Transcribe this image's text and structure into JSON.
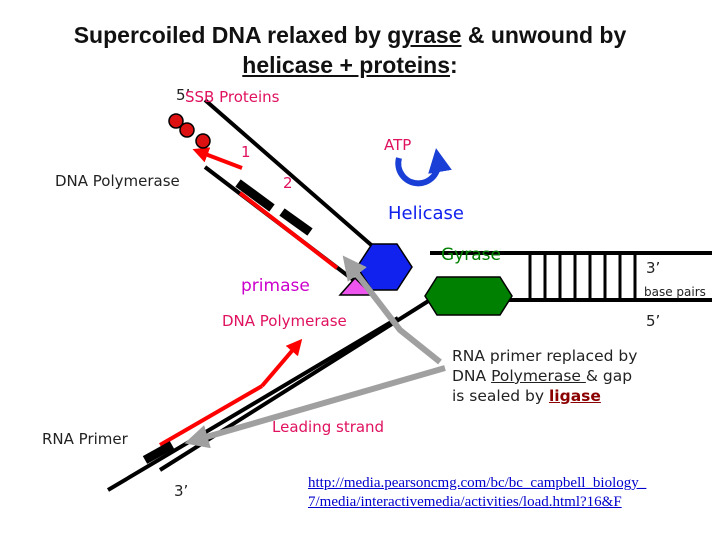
{
  "title": {
    "line1_a": "Supercoiled DNA relaxed by ",
    "line1_gyrase": "gyrase",
    "line1_b": " & unwound by",
    "line2_helicase": "helicase + proteins",
    "line2_colon": ":"
  },
  "labels": {
    "five_prime_top": "5’",
    "ssb_proteins": "SSB Proteins",
    "num_1": "1",
    "num_2": "2",
    "atp": "ATP",
    "dna_polymerase_top": "DNA Polymerase",
    "helicase": "Helicase",
    "gyrase": "Gyrase",
    "three_prime_right": "3’",
    "base_pairs": "base pairs",
    "five_prime_right": "5’",
    "primase": "primase",
    "dna_polymerase_mid": "DNA Polymerase",
    "leading_strand": "Leading strand",
    "rna_primer": "RNA Primer",
    "three_prime_bottom": "3’"
  },
  "note": {
    "line1": "RNA primer replaced by",
    "line2_a": "DNA ",
    "line2_polymerase": "Polymerase ",
    "line2_b": "& gap",
    "line3_a": "is sealed by ",
    "line3_ligase": "ligase"
  },
  "link": {
    "line1": "http://media.pearsoncmg.com/bc/bc_campbell_biology_",
    "line2": "7/media/interactivemedia/activities/load.html?16&F"
  },
  "colors": {
    "strand": "#000000",
    "primer": "#ff0000",
    "ssb": "#dd1111",
    "helicase": "#1122ee",
    "gyrase": "#008000",
    "primase": "#ee55ee",
    "arrow_gray": "#a0a0a0",
    "ligase": "#8b0000",
    "atp_arrow": "#1a3fd6"
  },
  "icons": [
    "atp-rotation-arrow-icon"
  ]
}
